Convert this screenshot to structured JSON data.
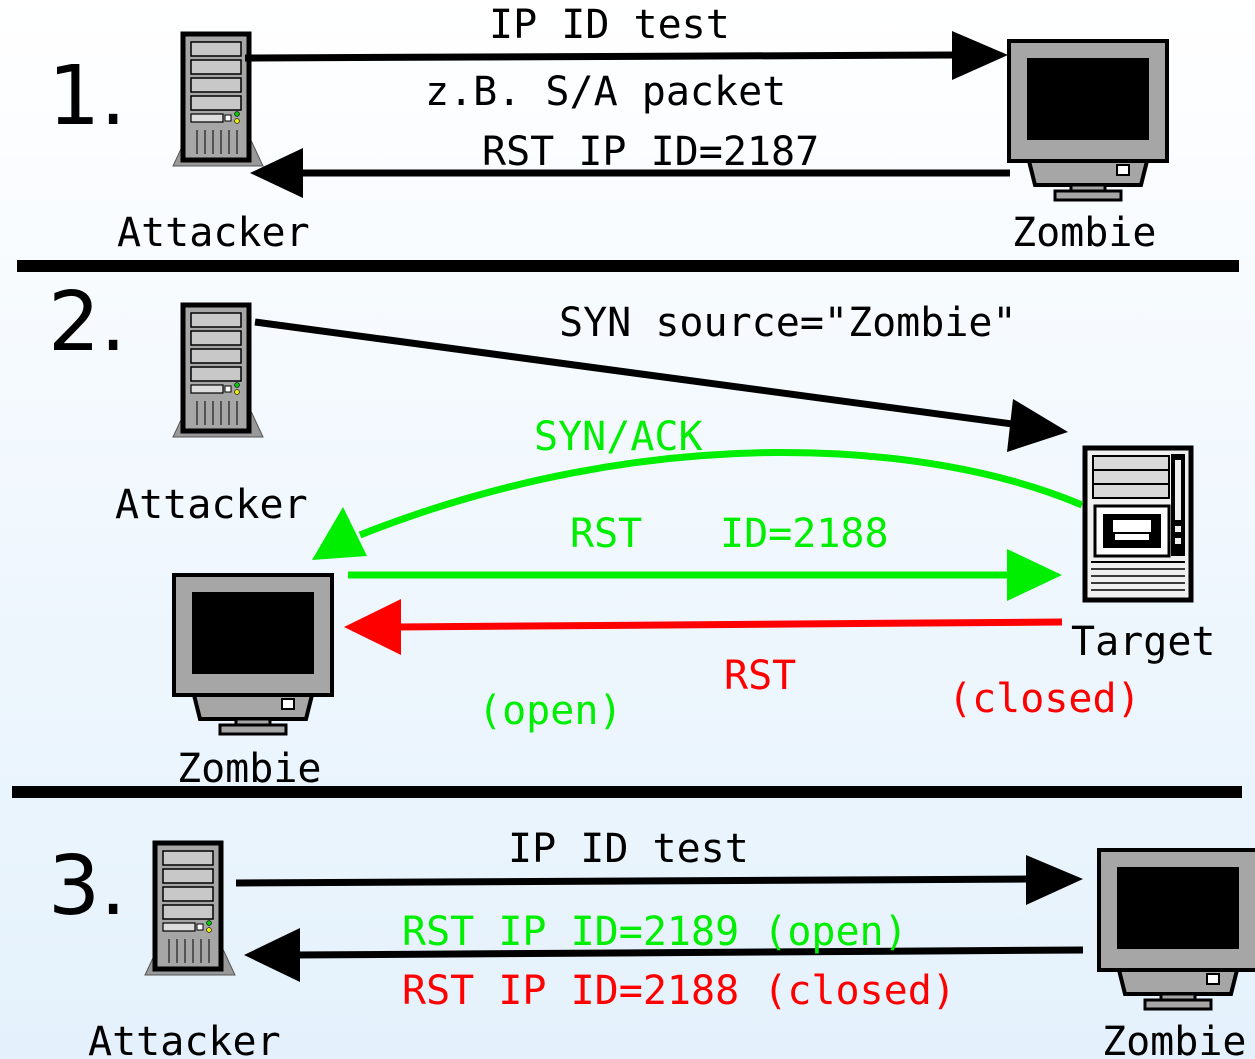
{
  "colors": {
    "black": "#000000",
    "green": "#00ee00",
    "red": "#ff0000",
    "device_gray": "#a6a6a6",
    "screen": "#000000"
  },
  "steps": [
    {
      "number": "1.",
      "attacker_label": "Attacker",
      "zombie_label": "Zombie",
      "msg_top": "IP ID test",
      "msg_mid": "z.B. S/A packet",
      "msg_bottom": "RST IP ID=2187"
    },
    {
      "number": "2.",
      "attacker_label": "Attacker",
      "zombie_label": "Zombie",
      "target_label": "Target",
      "syn": "SYN source=\"Zombie\"",
      "synack": "SYN/ACK",
      "rst": "RST",
      "id": "ID=2188",
      "rst_red": "RST",
      "open": "(open)",
      "closed": "(closed)"
    },
    {
      "number": "3.",
      "attacker_label": "Attacker",
      "zombie_label": "Zombie",
      "msg_top": "IP ID test",
      "msg_green": "RST IP ID=2189 (open)",
      "msg_red": "RST IP ID=2188 (closed)"
    }
  ]
}
